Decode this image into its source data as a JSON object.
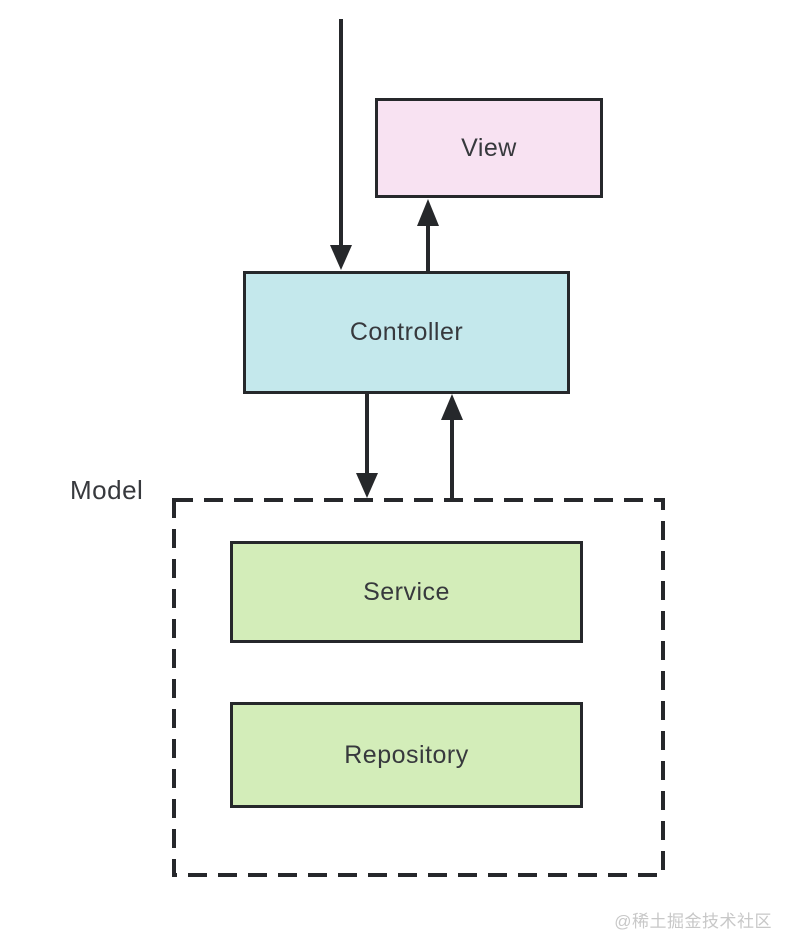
{
  "diagram": {
    "type": "architecture-flow",
    "colors": {
      "stroke": "#26282b",
      "text": "#37393d",
      "view_fill": "#f8e2f2",
      "controller_fill": "#c4e8ec",
      "model_child_fill": "#d3edb9",
      "watermark_text": "#c8c8c8"
    },
    "nodes": {
      "view": {
        "label": "View"
      },
      "controller": {
        "label": "Controller"
      },
      "service": {
        "label": "Service"
      },
      "repository": {
        "label": "Repository"
      }
    },
    "model_group": {
      "label": "Model",
      "border_style": "dashed",
      "children": [
        "service",
        "repository"
      ]
    },
    "edges": [
      {
        "from": "top-of-canvas",
        "to": "controller",
        "direction": "down"
      },
      {
        "from": "controller",
        "to": "view",
        "direction": "up"
      },
      {
        "from": "controller",
        "to": "model_group",
        "direction": "down"
      },
      {
        "from": "model_group",
        "to": "controller",
        "direction": "up"
      }
    ]
  },
  "watermark": {
    "text": "@稀土掘金技术社区"
  }
}
